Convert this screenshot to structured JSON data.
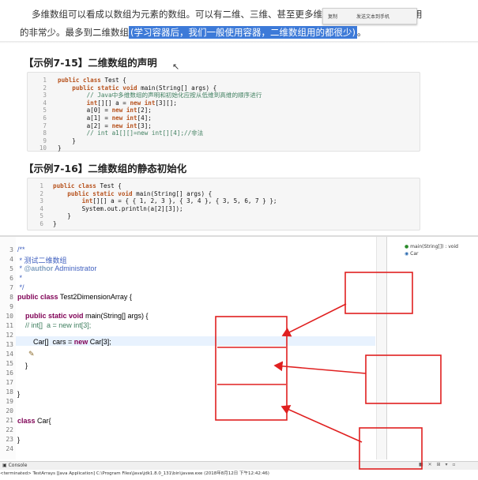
{
  "doc": {
    "para1": "多维数组可以看成以数组为元素的数组。可以有二维、三维、甚至更多维数组，但是实际开发中用",
    "para2_before": "的非常少。最多到二维数组",
    "para2_highlight": "(学习容器后，我们一般使用容器，二维数组用的都很少)",
    "para2_after": "。",
    "popup_copy": "复制",
    "popup_translate": "发送文本到手机",
    "heading1": "【示例7-15】二维数组的声明",
    "heading2": "【示例7-16】二维数组的静态初始化"
  },
  "code1": {
    "line_numbers": [
      "1",
      "2",
      "3",
      "4",
      "5",
      "6",
      "7",
      "8",
      "9",
      "10"
    ]
  },
  "code2": {
    "line_numbers": [
      "1",
      "2",
      "3",
      "4",
      "5",
      "6"
    ]
  },
  "ide": {
    "line_numbers": [
      "3",
      "4",
      "5",
      "6",
      "7",
      "8",
      "9",
      "10",
      "11",
      "12",
      "13",
      "14",
      "15",
      "16",
      "17",
      "18",
      "19",
      "20",
      "21",
      "22",
      "23",
      "24"
    ],
    "outline_item1": "main(String[]) : void",
    "outline_item2": "Car",
    "console_tab": "Console",
    "console_text": "<terminated> TestArrays [Java Application] C:\\Program Files\\Java\\jdk1.8.0_131\\bin\\javaw.exe (2018年8月12日 下午12:42:46)"
  },
  "colors": {
    "highlight": "#3d7ad8",
    "annotation_red": "#e02020",
    "keyword": "#7f0055",
    "comment": "#3f7f5f",
    "javadoc": "#3f5fbf"
  }
}
